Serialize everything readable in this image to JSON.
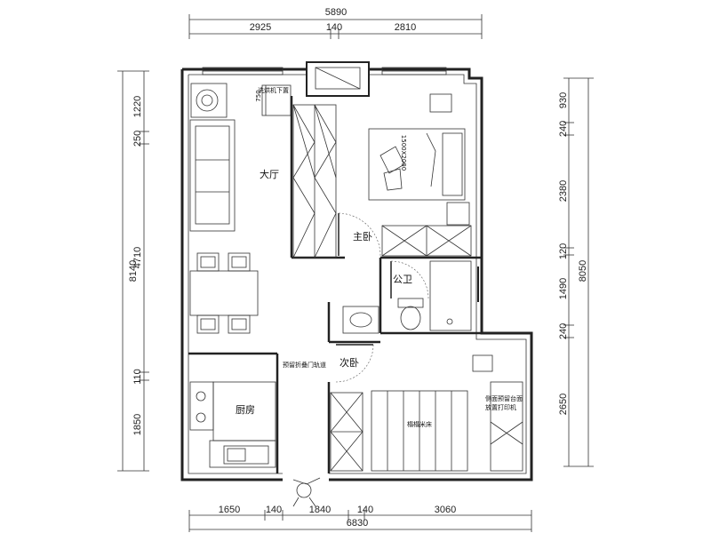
{
  "dimensions": {
    "top_total": "5890",
    "top_segments": [
      "2925",
      "140",
      "2810"
    ],
    "bottom_segments": [
      "1650",
      "140",
      "1840",
      "140",
      "3060"
    ],
    "bottom_total": "6830",
    "left_total": "8140",
    "left_segments": [
      "1220",
      "250",
      "4710",
      "110",
      "1850"
    ],
    "right_total": "8050",
    "right_segments": [
      "930",
      "240",
      "2380",
      "120",
      "1490",
      "240",
      "2650"
    ]
  },
  "rooms": {
    "living": "大厅",
    "master_bedroom": "主卧",
    "bathroom": "公卫",
    "second_bedroom": "次卧",
    "kitchen": "厨房"
  },
  "annotations": {
    "washer_cabinet": "洗烘机下置",
    "washer_size": "750",
    "bed_size": "1500X2000",
    "folding_door": "预留折叠门轨道",
    "tatami": "榻榻米床",
    "printer_note_1": "侧面预留台面",
    "printer_note_2": "放置打印机"
  }
}
